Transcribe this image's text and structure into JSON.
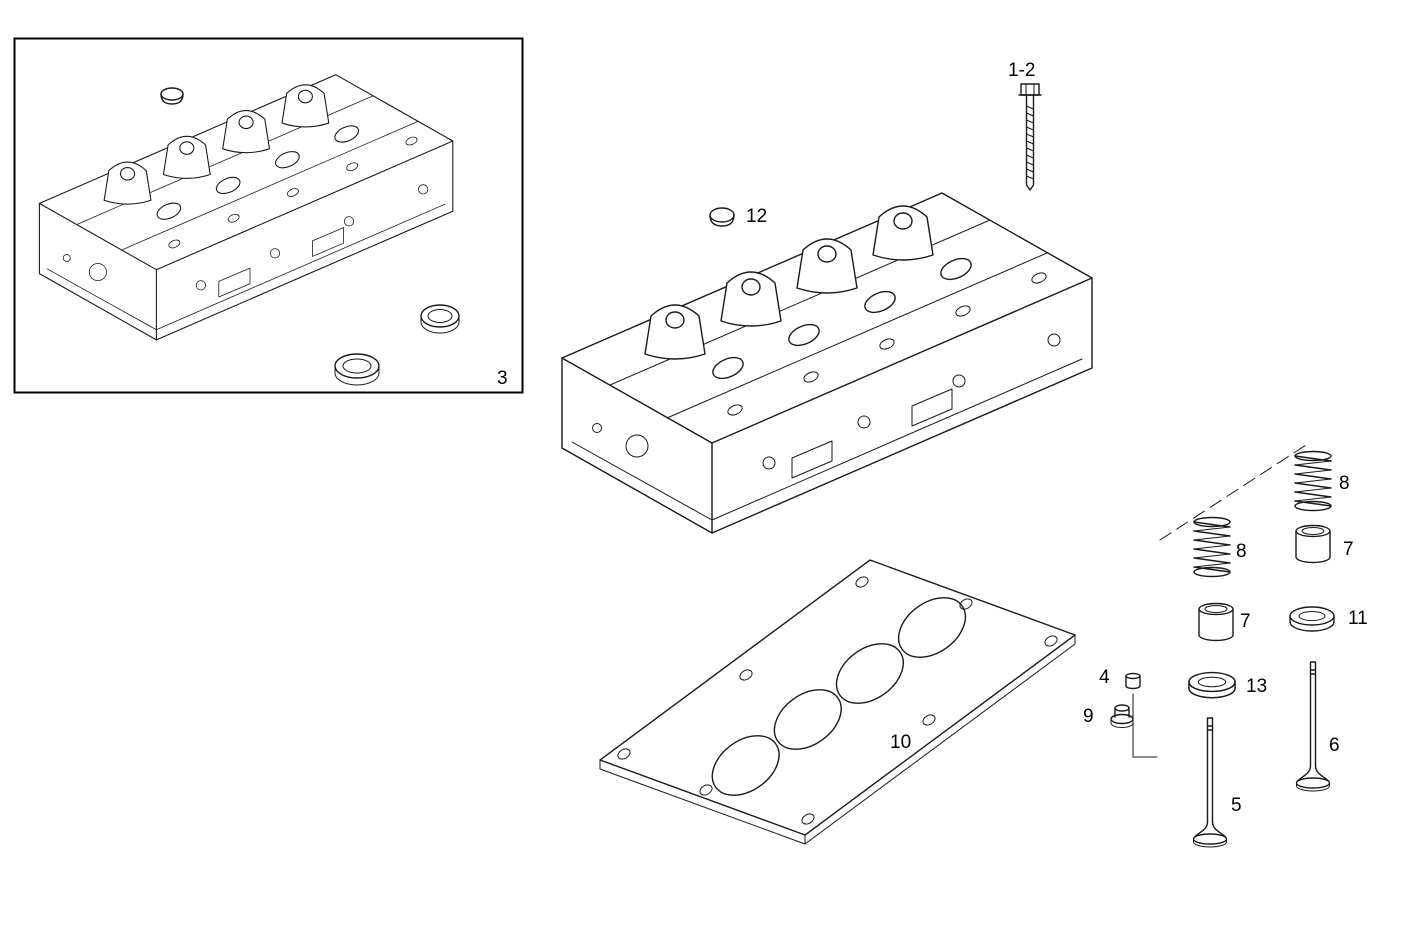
{
  "figure": {
    "kind": "exploded-parts-diagram",
    "subject": "cylinder-head-and-valve-components",
    "colors": {
      "background": "#ffffff",
      "line": "#1a1a1a",
      "label": "#000000"
    }
  },
  "callouts": [
    {
      "name": "assembled-head-inset",
      "label": "3"
    },
    {
      "name": "sealing-plug",
      "label": "12"
    },
    {
      "name": "head-bolt",
      "label": "1-2"
    },
    {
      "name": "valve-spring-right",
      "label": "8"
    },
    {
      "name": "spring-retainer-right",
      "label": "7"
    },
    {
      "name": "valve-spring-left",
      "label": "8"
    },
    {
      "name": "valve-seal-ring",
      "label": "11"
    },
    {
      "name": "spring-retainer-left",
      "label": "7"
    },
    {
      "name": "valve-keeper",
      "label": "4"
    },
    {
      "name": "valve-stem-cap",
      "label": "9"
    },
    {
      "name": "valve-seat-ring",
      "label": "13"
    },
    {
      "name": "head-gasket",
      "label": "10"
    },
    {
      "name": "valve-left",
      "label": "5"
    },
    {
      "name": "valve-right",
      "label": "6"
    }
  ]
}
